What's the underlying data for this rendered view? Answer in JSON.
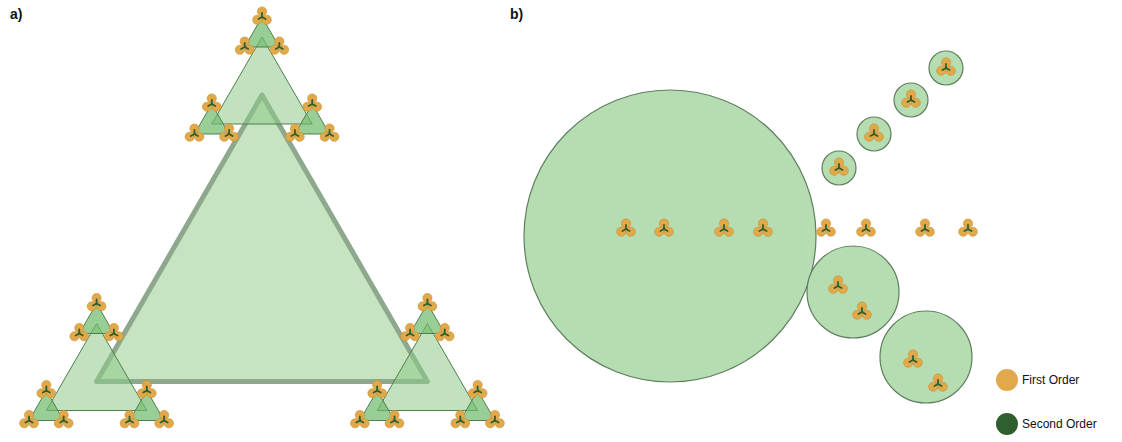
{
  "diagram": {
    "labels": [
      "a)",
      "b)"
    ],
    "legend": [
      {
        "text": "First Order",
        "color": "#e2a94b"
      },
      {
        "text": "Second Order",
        "color": "#2f5f2f"
      }
    ]
  }
}
